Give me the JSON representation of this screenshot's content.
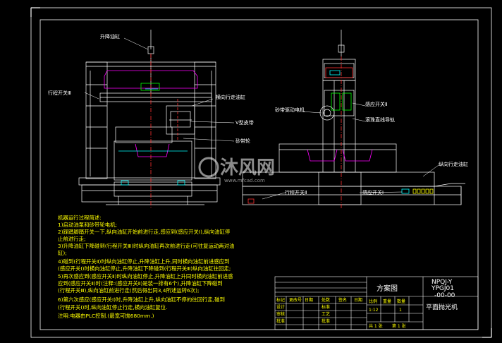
{
  "colors": {
    "background": "#000000",
    "frame": "#ffffff",
    "machine": "#ffffff",
    "text_yellow": "#ffff00",
    "cyan": "#00ffff",
    "magenta": "#ff00ff",
    "red": "#ff3030",
    "green": "#00ff00"
  },
  "labels": {
    "front": {
      "lift_cylinder": "升降油缸",
      "stroke_switch_3": "行程开关Ⅲ",
      "transverse_cylinder": "横向行走油缸",
      "v_belt": "V型皮带",
      "abrasive_belt": "砂带轮"
    },
    "side": {
      "belt_motor": "砂带驱动电机",
      "proximity_switch_2": "感应开关Ⅱ",
      "linear_guide": "滚珠直线导轨",
      "longitudinal_cylinder": "纵向行走油缸",
      "stroke_switch_2": "行程开关Ⅱ",
      "proximity_switch_1": "感应开关Ⅰ"
    }
  },
  "watermark": {
    "brand": "沐风网",
    "url": "www.mfcad.com"
  },
  "notes": {
    "title": "机器运行过程简述:",
    "lines": [
      "1)启动油泵和砂带轮电机;",
      "2)踩踏脚踏开关一下,纵向油缸开始前进行走,感应到(感应开关Ⅰ),纵向油缸停",
      "止前进行走;",
      "3)升降油缸下降碰到(行程开关Ⅲ)时纵向油缸再次前进行走(可往复运动两对油",
      "缸);",
      "4)碰到(行程开关Ⅱ)时纵向油缸停止,升降油缸上升,同时横向油缸前进感应到",
      "(感应开关Ⅰ)时横向油缸停止,升降油缸下降碰到(行程开关Ⅲ)纵向油缸往回走;",
      "5)再次感应到(感应开关Ⅱ)时纵向油缸停止,升降油缸上升同时横向油缸前进感",
      "应到(感应开关Ⅱ)时(注释:(感应开关Ⅱ)是装一排有6个),升降油缸下降碰到",
      "(行程开关Ⅲ),纵向油缸前进行走(然后得出同3,4所述运转6次);",
      "6)第六次感应(感应开关Ⅰ)时,升降油缸上升,纵向油缸不停的往回行走,碰到",
      "(行程开关Ⅰ)时,纵向油缸停止行走,横向油缸复位.",
      "注明:电器由PLC控制.(最宽可抛680mm.)"
    ]
  },
  "title_block": {
    "scheme": "方案图",
    "drawing_no_1": "NPQJ-Y",
    "drawing_no_2": "YPGJ01",
    "drawing_no_3": "-00-00",
    "name": "平面抛光机",
    "headers": [
      "标记",
      "更改号",
      "日期",
      "处数",
      "签名",
      "日期"
    ],
    "rows": [
      "设计",
      "审核",
      "批准"
    ],
    "mid_rows": [
      "标准",
      "工艺",
      "批准"
    ],
    "scale_header": "比例",
    "weight_header": "重量",
    "qty_header": "数量",
    "scale_value": "1:12",
    "qty_value": "1",
    "sheets_total": "共 1 张",
    "sheet_no": "第 1 张"
  }
}
